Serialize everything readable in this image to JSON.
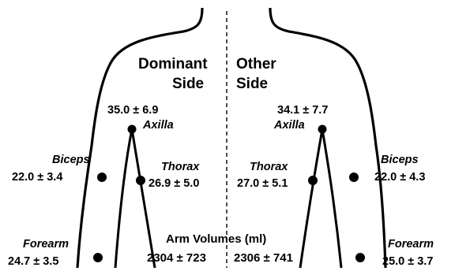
{
  "side_headers": {
    "dominant_line1": "Dominant",
    "dominant_line2": "Side",
    "other_line1": "Other",
    "other_line2": "Side"
  },
  "sites": {
    "dominant": {
      "axilla": {
        "value": "35.0 ± 6.9",
        "label": "Axilla"
      },
      "biceps": {
        "value": "22.0 ± 3.4",
        "label": "Biceps"
      },
      "thorax": {
        "value": "26.9 ± 5.0",
        "label": "Thorax"
      },
      "forearm": {
        "value": "24.7 ± 3.5",
        "label": "Forearm"
      }
    },
    "other": {
      "axilla": {
        "value": "34.1 ± 7.7",
        "label": "Axilla"
      },
      "biceps": {
        "value": "22.0 ± 4.3",
        "label": "Biceps"
      },
      "thorax": {
        "value": "27.0 ± 5.1",
        "label": "Thorax"
      },
      "forearm": {
        "value": "25.0 ± 3.7",
        "label": "Forearm"
      }
    }
  },
  "arm_volumes": {
    "title": "Arm Volumes (ml)",
    "dominant": "2304 ± 723",
    "other": "2306 ± 741"
  },
  "colors": {
    "ink": "#000000",
    "background": "#ffffff"
  }
}
